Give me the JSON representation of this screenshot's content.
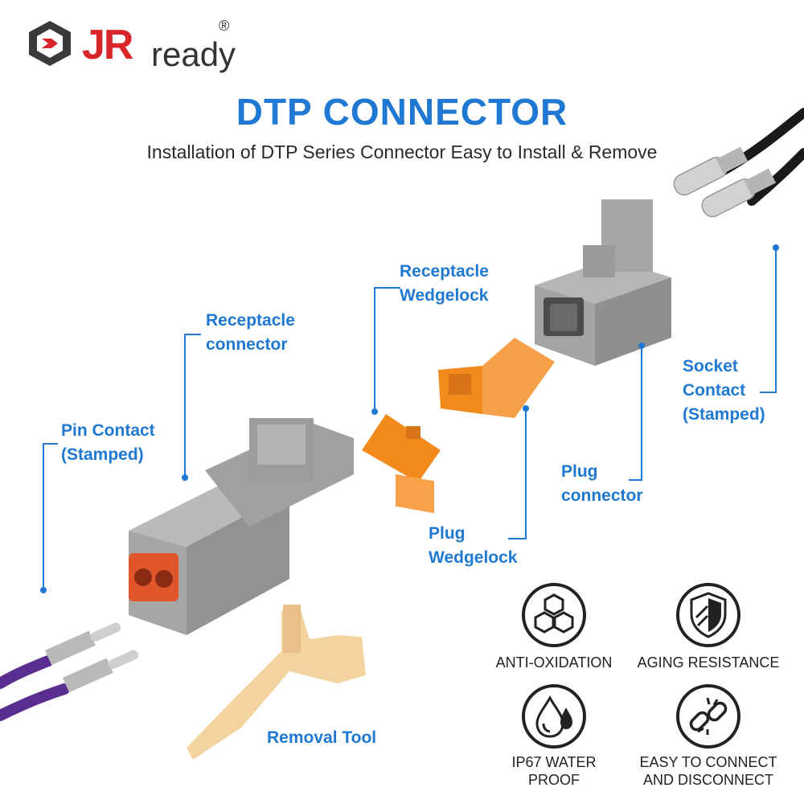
{
  "brand": {
    "name_red": "JR",
    "name_dark": "ready",
    "registered": "®"
  },
  "title": "DTP CONNECTOR",
  "subtitle": "Installation of DTP Series Connector Easy to Install & Remove",
  "labels": {
    "receptacle_wedgelock": "Receptacle\nWedgelock",
    "receptacle_connector": "Receptacle\nconnector",
    "pin_contact": "Pin Contact\n(Stamped)",
    "socket_contact": "Socket\nContact\n(Stamped)",
    "plug_connector": "Plug\nconnector",
    "plug_wedgelock": "Plug\nWedgelock",
    "removal_tool": "Removal Tool"
  },
  "features": [
    {
      "icon": "hexagon-cells-icon",
      "label": "ANTI-OXIDATION"
    },
    {
      "icon": "shield-icon",
      "label": "AGING RESISTANCE"
    },
    {
      "icon": "water-drop-icon",
      "label": "IP67 WATER\nPROOF"
    },
    {
      "icon": "broken-link-icon",
      "label": "EASY TO CONNECT\nAND DISCONNECT"
    }
  ],
  "colors": {
    "accent_blue": "#1f78d1",
    "brand_red": "#d9262b",
    "connector_gray": "#9c9c9c",
    "wedgelock_orange": "#f28a1c",
    "wire_purple": "#5a2d91"
  }
}
